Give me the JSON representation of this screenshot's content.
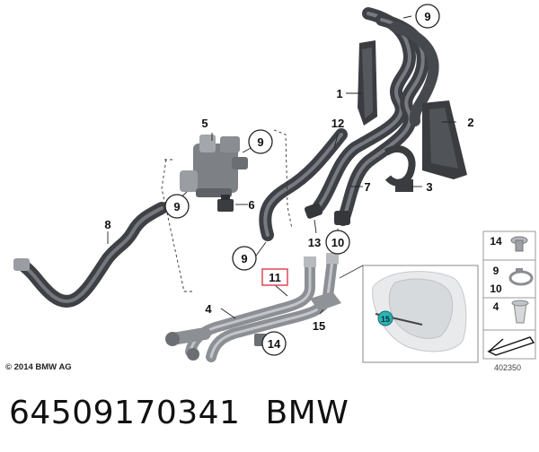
{
  "callouts": {
    "c1": "1",
    "c2": "2",
    "c3": "3",
    "c4": "4",
    "c5": "5",
    "c6": "6",
    "c7": "7",
    "c8": "8",
    "c9a": "9",
    "c9b": "9",
    "c9c": "9",
    "c9d": "9",
    "c10": "10",
    "c11": "11",
    "c12": "12",
    "c13": "13",
    "c14": "14",
    "c15": "15"
  },
  "legend": {
    "row1": "14",
    "row2a": "9",
    "row2b": "10",
    "row3": "4"
  },
  "inset_marker": "15",
  "copyright": "© 2014 BMW AG",
  "drawing_number": "402350",
  "caption": {
    "part_number": "64509170341",
    "brand": "BMW"
  },
  "colors": {
    "hose": "#4a4d52",
    "hose_highlight": "#7b7f85",
    "bracket": "#3a3c40",
    "pipe": "#9a9da1",
    "highlight_box": "#e0555f",
    "marker": "#2bb5b8"
  }
}
